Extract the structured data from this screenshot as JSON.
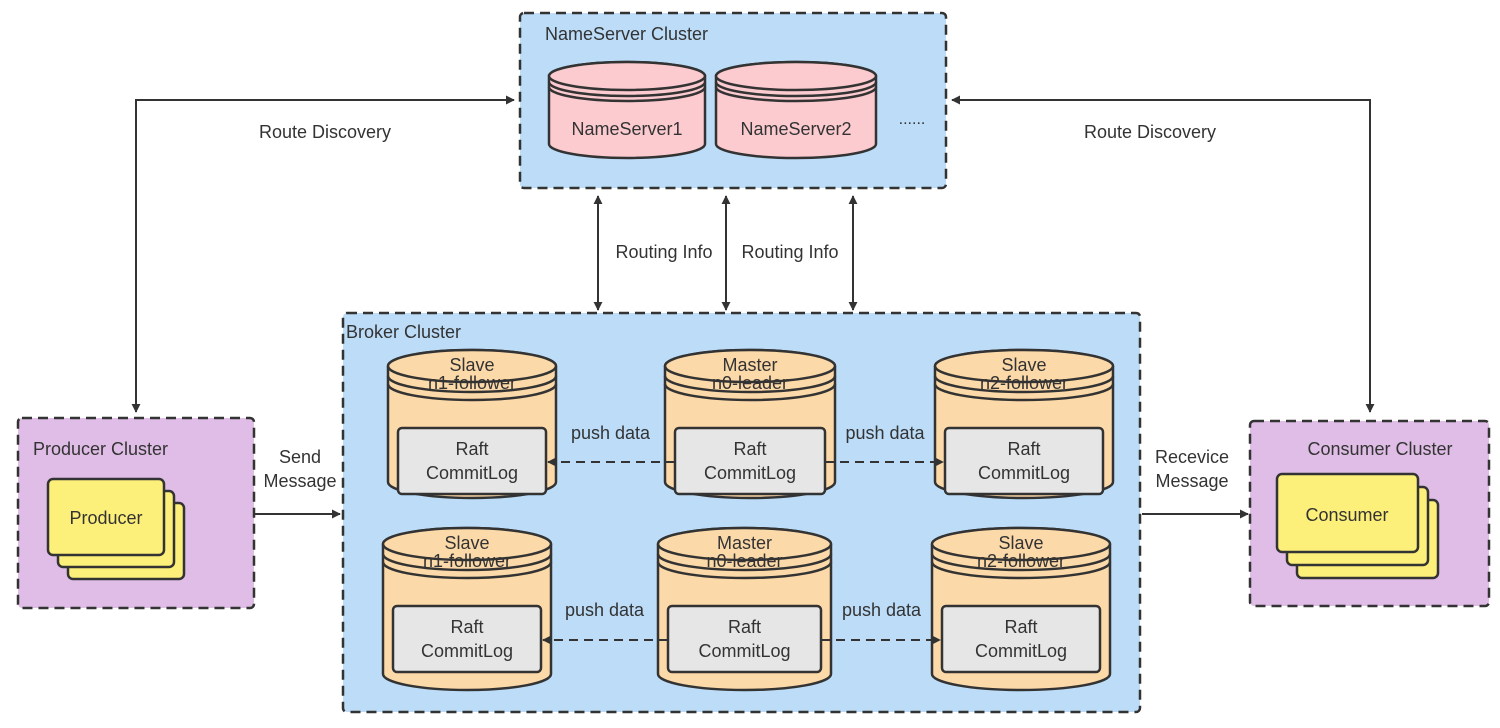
{
  "nameserver_cluster": {
    "title": "NameServer Cluster",
    "servers": [
      "NameServer1",
      "NameServer2"
    ],
    "ellipsis": "......"
  },
  "route_discovery_left": "Route Discovery",
  "route_discovery_right": "Route Discovery",
  "routing_info": [
    "Routing Info",
    "Routing Info"
  ],
  "broker_cluster": {
    "title": "Broker Cluster",
    "rows": [
      [
        {
          "line1": "Slave",
          "line2": "n1-follower",
          "inner1": "Raft",
          "inner2": "CommitLog"
        },
        {
          "line1": "Master",
          "line2": "n0-leader",
          "inner1": "Raft",
          "inner2": "CommitLog"
        },
        {
          "line1": "Slave",
          "line2": "n2-follower",
          "inner1": "Raft",
          "inner2": "CommitLog"
        }
      ],
      [
        {
          "line1": "Slave",
          "line2": "n1-follower",
          "inner1": "Raft",
          "inner2": "CommitLog"
        },
        {
          "line1": "Master",
          "line2": "n0-leader",
          "inner1": "Raft",
          "inner2": "CommitLog"
        },
        {
          "line1": "Slave",
          "line2": "n2-follower",
          "inner1": "Raft",
          "inner2": "CommitLog"
        }
      ]
    ],
    "push_label": "push data"
  },
  "producer_cluster": {
    "title": "Producer Cluster",
    "card": "Producer"
  },
  "consumer_cluster": {
    "title": "Consumer Cluster",
    "card": "Consumer"
  },
  "send_message": [
    "Send",
    "Message"
  ],
  "receive_message": [
    "Recevice",
    "Message"
  ],
  "colors": {
    "cluster_blue": "#bcdcf8",
    "cluster_purple": "#e0bde6",
    "nameserver_pink": "#fccbd0",
    "broker_orange": "#fcd9a8",
    "commitlog_gray": "#e6e6e6",
    "card_yellow": "#fdf07a",
    "stroke": "#333333"
  }
}
